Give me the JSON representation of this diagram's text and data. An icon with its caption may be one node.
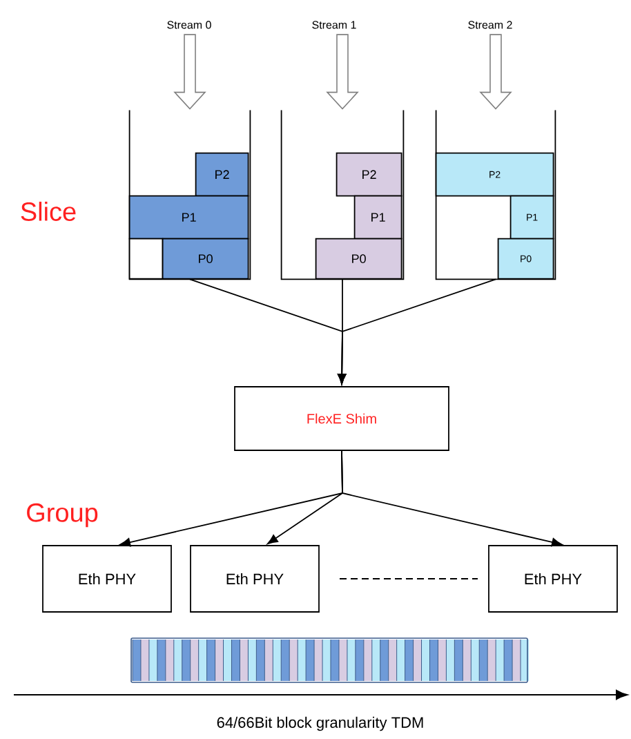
{
  "diagram": {
    "nodes": [
      {
        "text": [
          "Stream 0"
        ]
      },
      {
        "text": [
          "Stream 1"
        ]
      },
      {
        "text": [
          "Stream 2"
        ]
      },
      {
        "text": [],
        "shape": "box"
      },
      {
        "text": [
          "P2"
        ],
        "in": 3
      },
      {
        "text": [
          "P1"
        ],
        "in": 3
      },
      {
        "text": [],
        "shape": "box",
        "in": 3
      },
      {
        "text": [
          "P0"
        ],
        "in": 3
      },
      {
        "text": [],
        "shape": "box"
      },
      {
        "text": [
          "P2"
        ],
        "in": 8
      },
      {
        "text": [
          "P1"
        ],
        "in": 8
      },
      {
        "text": [
          "P0"
        ],
        "in": 8
      },
      {
        "text": [],
        "shape": "box"
      },
      {
        "text": [
          "P2"
        ],
        "in": 12
      },
      {
        "text": [
          "P1"
        ],
        "in": 12
      },
      {
        "text": [
          "P0"
        ],
        "in": 12
      },
      {
        "text": [
          "FlexE Shim"
        ]
      },
      {
        "text": [
          "Eth PHY"
        ]
      },
      {
        "text": [
          "Eth PHY"
        ]
      },
      {
        "text": [
          "Eth PHY"
        ]
      }
    ],
    "edges": [
      {
        "from": 0,
        "to": 3,
        "arrow": "to",
        "style": "thick"
      },
      {
        "from": 1,
        "to": 8,
        "arrow": "to",
        "style": "thick"
      },
      {
        "from": 2,
        "to": 12,
        "arrow": "to",
        "style": "thick"
      },
      {
        "from": 3,
        "to": 16,
        "arrow": "to"
      },
      {
        "from": 8,
        "to": 16,
        "arrow": "to"
      },
      {
        "from": 12,
        "to": 16,
        "arrow": "to"
      },
      {
        "from": 16,
        "to": 17,
        "arrow": "to"
      },
      {
        "from": 16,
        "to": 18,
        "arrow": "to"
      },
      {
        "from": 16,
        "to": 19,
        "arrow": "to"
      }
    ],
    "labels": [
      "Slice",
      "Group",
      "64/66Bit block granularity TDM"
    ]
  }
}
